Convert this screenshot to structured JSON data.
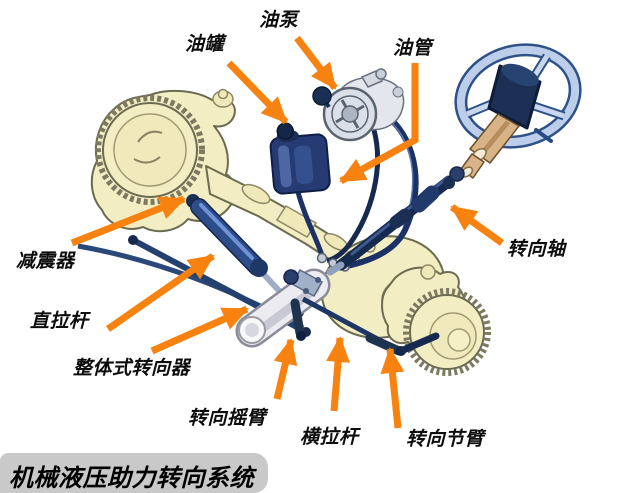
{
  "title": "机械液压助力转向系统",
  "labels": {
    "oil_tank": "油罐",
    "oil_pump": "油泵",
    "oil_pipe": "油管",
    "steering_shaft": "转向轴",
    "shock_absorber": "减震器",
    "drag_link": "直拉杆",
    "integral_steering_gear": "整体式转向器",
    "pitman_arm": "转向摇臂",
    "tie_rod": "横拉杆",
    "steering_knuckle_arm": "转向节臂"
  },
  "colors": {
    "arrow": "#f8820f",
    "label_text": "#0d0d0d",
    "title_bg": "#c9c9c9",
    "title_text": "#000000",
    "axle_cream": "#f3edc4",
    "axle_outline": "#6b6b50",
    "component_navy": "#1d3160",
    "steering_wheel_blue": "#bcceea",
    "column_tan": "#d7b387",
    "gear_silver": "#ebebf1",
    "background": "#ffffff"
  }
}
